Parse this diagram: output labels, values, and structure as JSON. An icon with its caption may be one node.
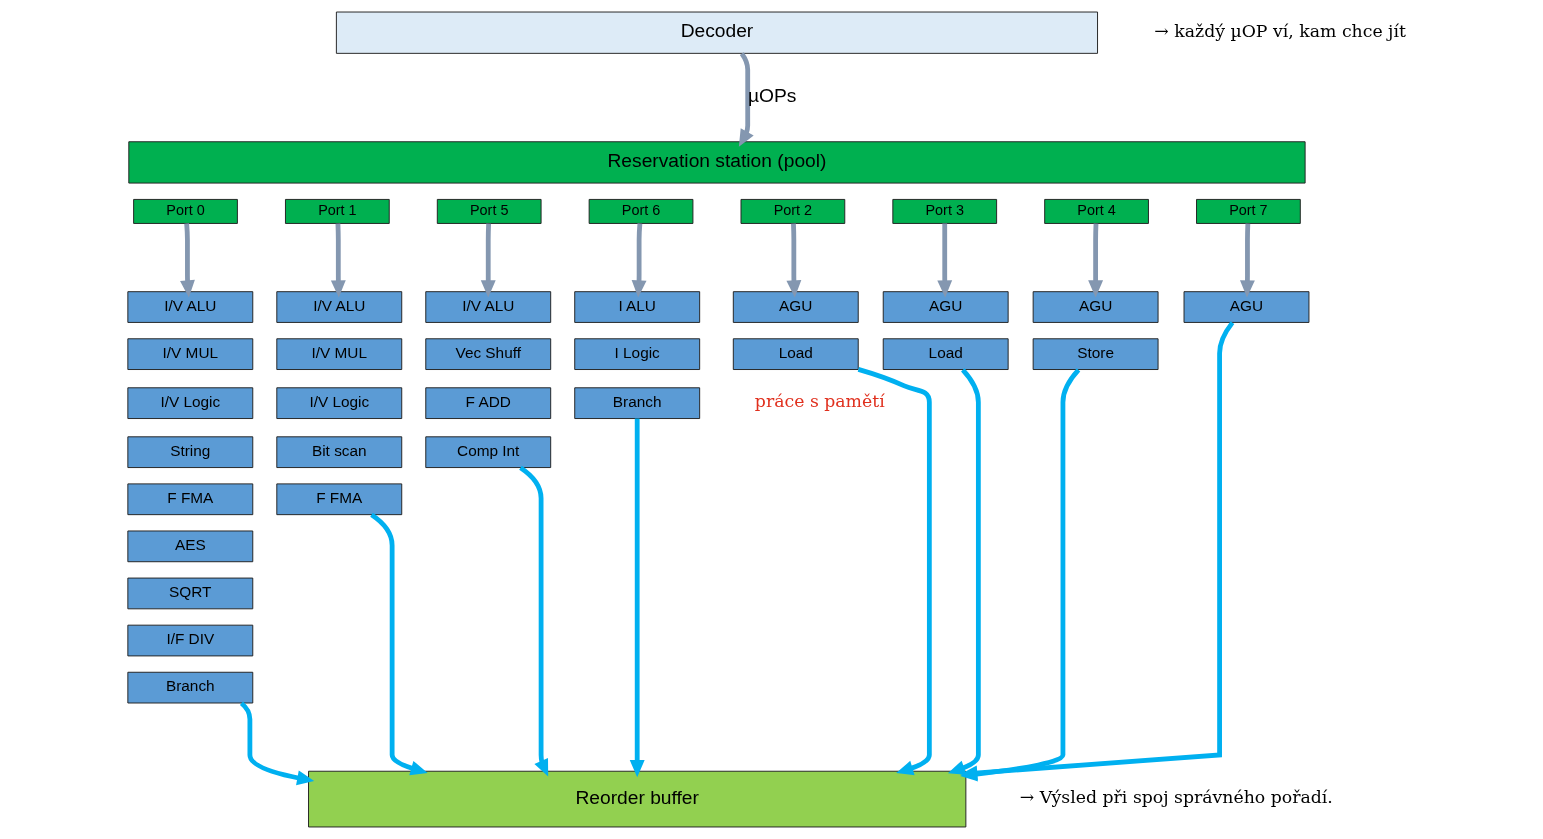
{
  "diagram": {
    "nodes": [
      {
        "text": [
          "Decoder"
        ]
      },
      {
        "text": [
          "Reservation station (pool)"
        ]
      },
      {
        "text": [
          "Port 0"
        ]
      },
      {
        "text": [
          "Port 1"
        ]
      },
      {
        "text": [
          "Port 5"
        ]
      },
      {
        "text": [
          "Port 6"
        ]
      },
      {
        "text": [
          "Port 2"
        ]
      },
      {
        "text": [
          "Port 3"
        ]
      },
      {
        "text": [
          "Port 4"
        ]
      },
      {
        "text": [
          "Port 7"
        ]
      },
      {
        "text": [
          "I/V ALU"
        ]
      },
      {
        "text": [
          "I/V MUL"
        ]
      },
      {
        "text": [
          "I/V Logic"
        ]
      },
      {
        "text": [
          "String"
        ]
      },
      {
        "text": [
          "F FMA"
        ]
      },
      {
        "text": [
          "AES"
        ]
      },
      {
        "text": [
          "SQRT"
        ]
      },
      {
        "text": [
          "I/F DIV"
        ]
      },
      {
        "text": [
          "Branch"
        ]
      },
      {
        "text": [
          "I/V ALU"
        ]
      },
      {
        "text": [
          "I/V MUL"
        ]
      },
      {
        "text": [
          "I/V Logic"
        ]
      },
      {
        "text": [
          "Bit scan"
        ]
      },
      {
        "text": [
          "F FMA"
        ]
      },
      {
        "text": [
          "I/V ALU"
        ]
      },
      {
        "text": [
          "Vec Shuff"
        ]
      },
      {
        "text": [
          "F ADD"
        ]
      },
      {
        "text": [
          "Comp Int"
        ]
      },
      {
        "text": [
          "I ALU"
        ]
      },
      {
        "text": [
          "I Logic"
        ]
      },
      {
        "text": [
          "Branch"
        ]
      },
      {
        "text": [
          "AGU"
        ]
      },
      {
        "text": [
          "Load"
        ]
      },
      {
        "text": [
          "AGU"
        ]
      },
      {
        "text": [
          "Load"
        ]
      },
      {
        "text": [
          "AGU"
        ]
      },
      {
        "text": [
          "Store"
        ]
      },
      {
        "text": [
          "AGU"
        ]
      },
      {
        "text": [
          "Reorder buffer"
        ]
      }
    ],
    "edges": [
      {
        "from": 0,
        "to": 1,
        "arrow": "to",
        "label": "µOPs"
      },
      {
        "from": 2,
        "to": 10,
        "arrow": "to"
      },
      {
        "from": 3,
        "to": 19,
        "arrow": "to"
      },
      {
        "from": 4,
        "to": 24,
        "arrow": "to"
      },
      {
        "from": 5,
        "to": 28,
        "arrow": "to"
      },
      {
        "from": 6,
        "to": 31,
        "arrow": "to"
      },
      {
        "from": 7,
        "to": 33,
        "arrow": "to"
      },
      {
        "from": 8,
        "to": 35,
        "arrow": "to"
      },
      {
        "from": 9,
        "to": 37,
        "arrow": "to"
      },
      {
        "from": 18,
        "to": 38,
        "arrow": "to",
        "color": "#00b0f0"
      },
      {
        "from": 23,
        "to": 38,
        "arrow": "to",
        "color": "#00b0f0"
      },
      {
        "from": 27,
        "to": 38,
        "arrow": "to",
        "color": "#00b0f0"
      },
      {
        "from": 30,
        "to": 38,
        "arrow": "to",
        "color": "#00b0f0"
      },
      {
        "from": 32,
        "to": 38,
        "arrow": "to",
        "color": "#00b0f0"
      },
      {
        "from": 34,
        "to": 38,
        "arrow": "to",
        "color": "#00b0f0"
      },
      {
        "from": 36,
        "to": 38,
        "arrow": "to",
        "color": "#00b0f0"
      },
      {
        "from": 37,
        "to": 38,
        "arrow": "to",
        "color": "#00b0f0"
      }
    ],
    "labels": [
      "→ každý µOP ví, kam chce jít",
      "práce s pamětí",
      "→ Výsled při spoj správného pořadí."
    ]
  }
}
